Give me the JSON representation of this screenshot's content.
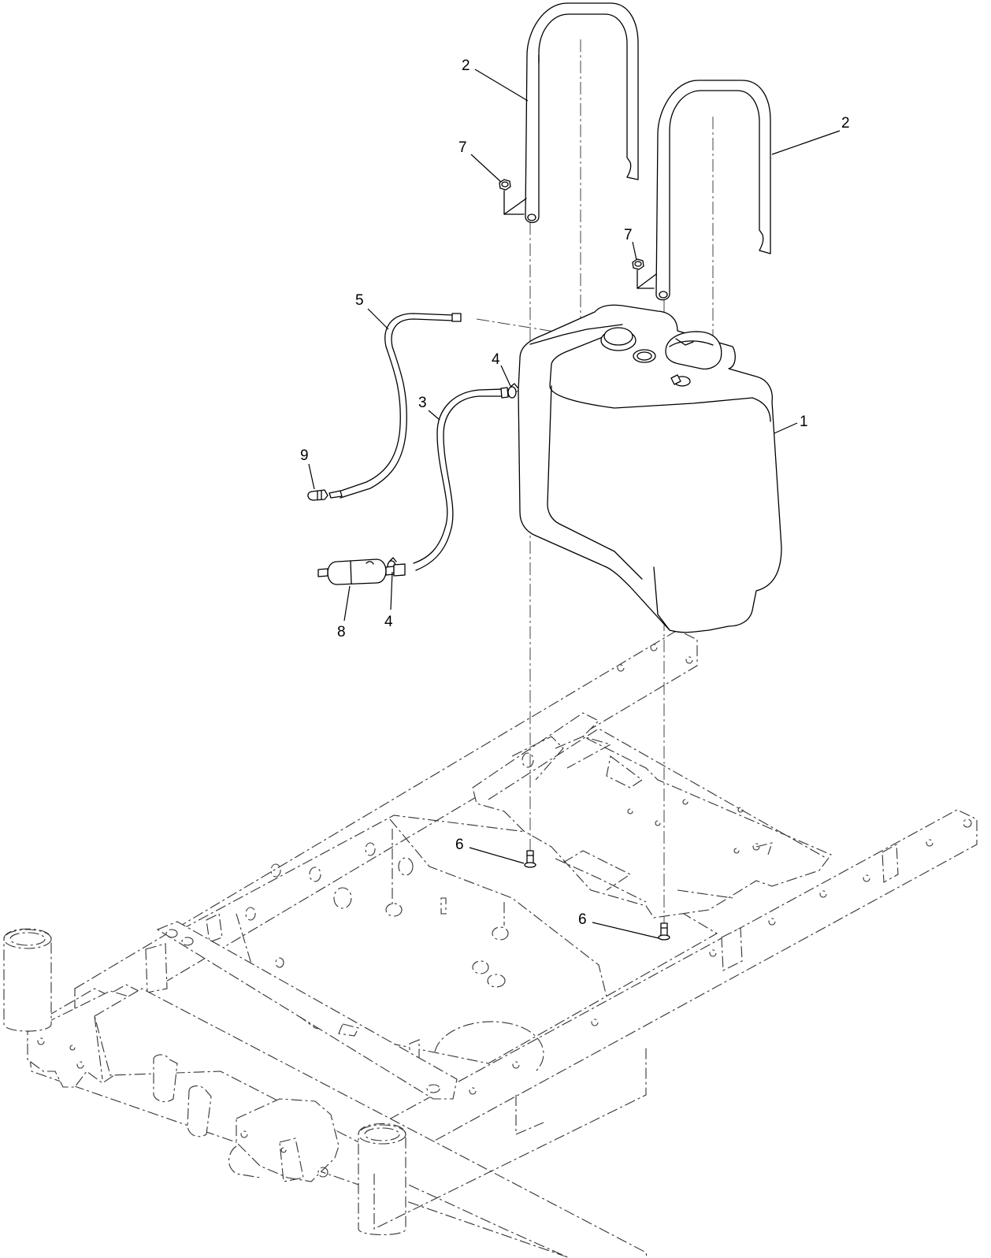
{
  "callouts": [
    {
      "id": "c1",
      "label": "1"
    },
    {
      "id": "c2a",
      "label": "2"
    },
    {
      "id": "c2b",
      "label": "2"
    },
    {
      "id": "c3",
      "label": "3"
    },
    {
      "id": "c4a",
      "label": "4"
    },
    {
      "id": "c4b",
      "label": "4"
    },
    {
      "id": "c5",
      "label": "5"
    },
    {
      "id": "c6a",
      "label": "6"
    },
    {
      "id": "c6b",
      "label": "6"
    },
    {
      "id": "c7a",
      "label": "7"
    },
    {
      "id": "c7b",
      "label": "7"
    },
    {
      "id": "c8",
      "label": "8"
    },
    {
      "id": "c9",
      "label": "9"
    }
  ]
}
